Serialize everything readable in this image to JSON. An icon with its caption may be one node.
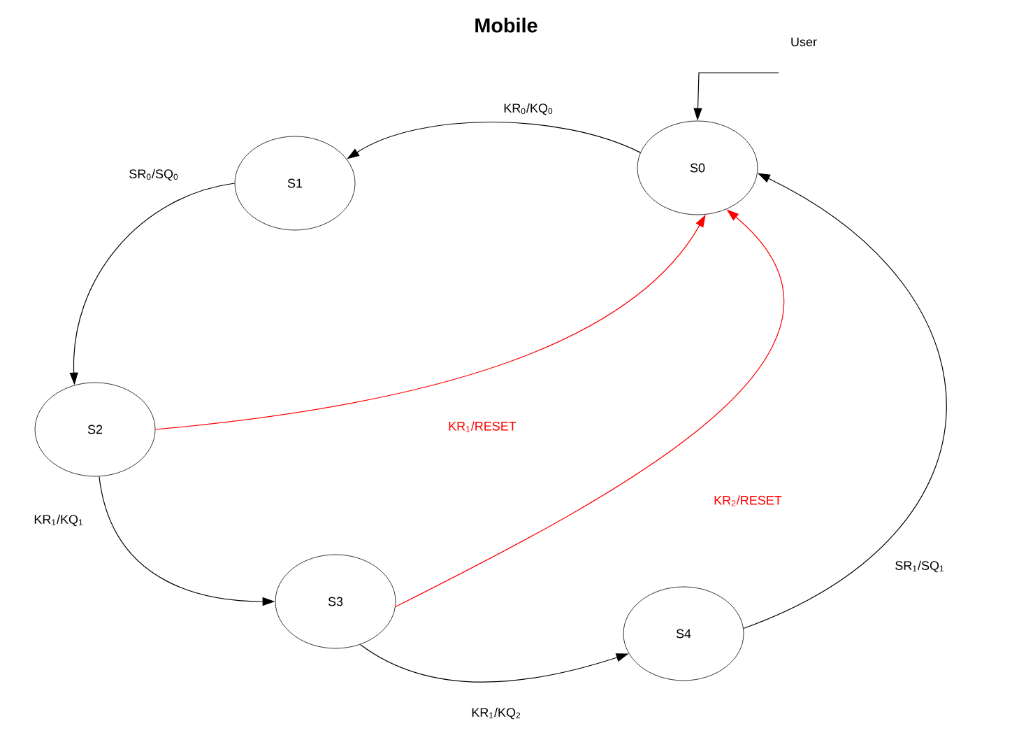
{
  "diagram": {
    "title": "Mobile",
    "nodes": [
      {
        "text": [
          "S0"
        ]
      },
      {
        "text": [
          "S1"
        ]
      },
      {
        "text": [
          "S2"
        ]
      },
      {
        "text": [
          "S3"
        ]
      },
      {
        "text": [
          "S4"
        ]
      }
    ],
    "edges": [
      {
        "from": 0,
        "to": 1,
        "arrow": "to",
        "label": "KR$_{0}$/KQ$_{0}$"
      },
      {
        "from": 1,
        "to": 2,
        "arrow": "to",
        "label": "SR$_{0}$/SQ$_{0}$"
      },
      {
        "from": 2,
        "to": 3,
        "arrow": "to",
        "label": "KR$_{1}$/KQ$_{1}$"
      },
      {
        "from": 3,
        "to": 4,
        "arrow": "to",
        "label": "KR$_{1}$/KQ$_{2}$"
      },
      {
        "from": 4,
        "to": 0,
        "arrow": "to",
        "label": "SR$_{1}$/SQ$_{1}$"
      },
      {
        "from": 2,
        "to": 0,
        "arrow": "to",
        "label": "KR$_{1}$/RESET",
        "color": "#ff0000"
      },
      {
        "from": 3,
        "to": 0,
        "arrow": "to",
        "label": "KR$_{2}$/RESET",
        "color": "#ff0000"
      },
      {
        "from": null,
        "to": 0,
        "arrow": "to"
      }
    ],
    "labels": [
      "User"
    ]
  }
}
